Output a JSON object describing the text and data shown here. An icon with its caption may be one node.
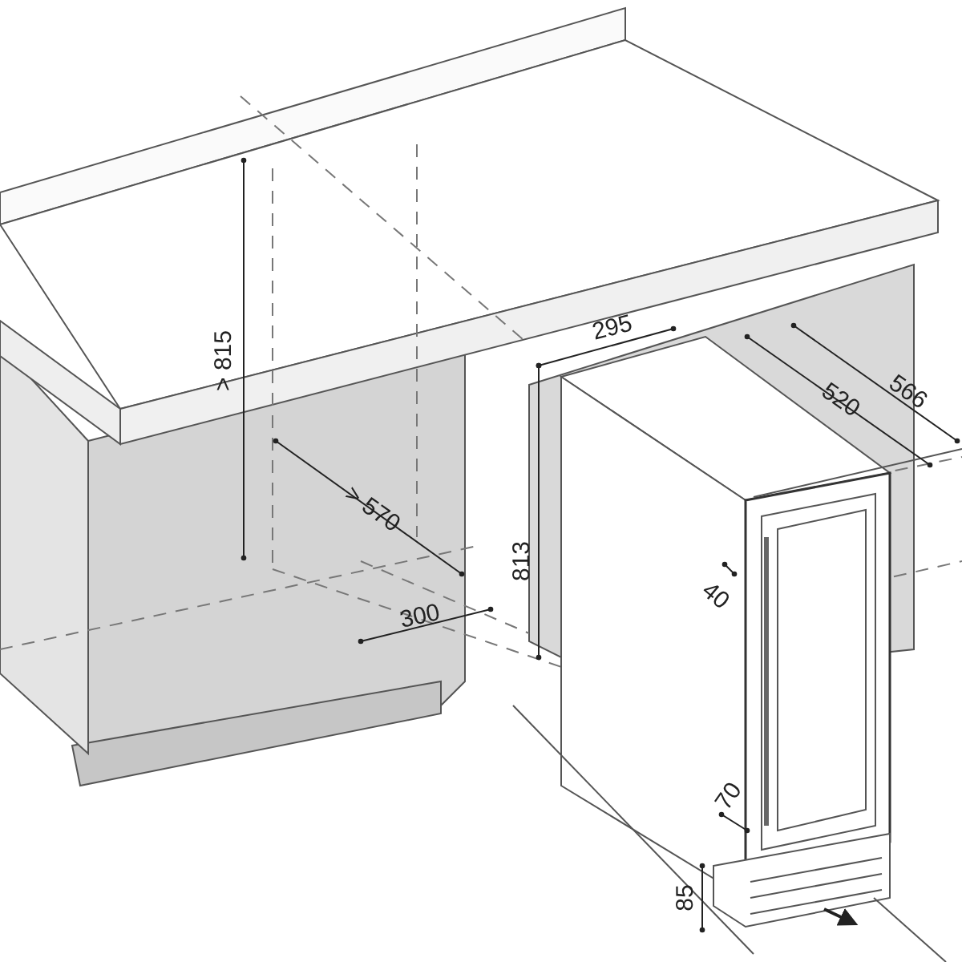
{
  "diagram": {
    "labels": [
      "> 815",
      "295",
      "566",
      "520",
      "> 570",
      "813",
      "40",
      "300",
      "70",
      "85"
    ]
  }
}
